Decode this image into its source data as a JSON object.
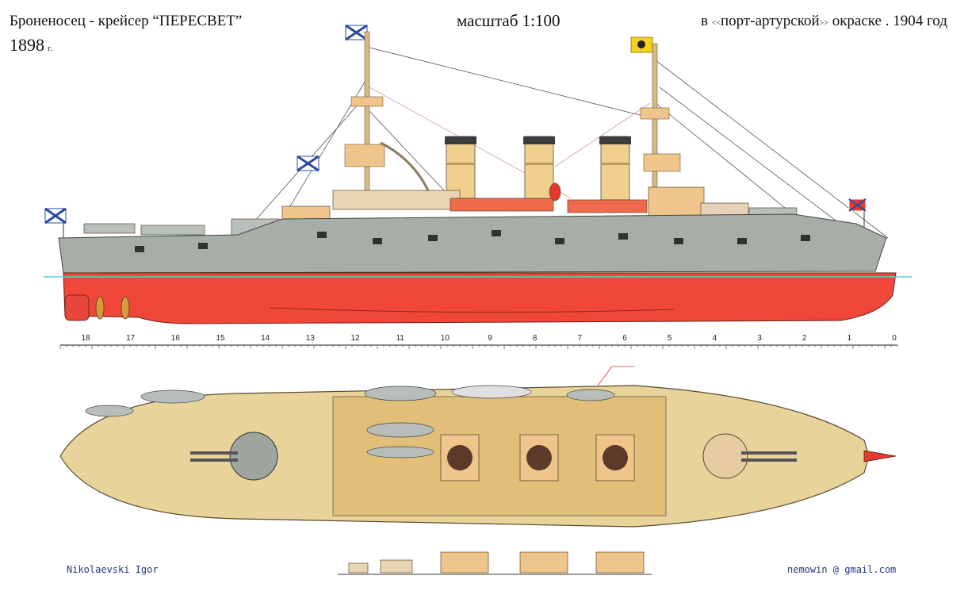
{
  "header": {
    "title": "Броненосец - крейсер “ПЕРЕСВЕТ”",
    "year": "1898",
    "year_suffix": "г.",
    "scale": "масштаб  1:100",
    "livery_prefix": "в",
    "livery_open": "<<",
    "livery_name": "порт-артурской",
    "livery_close": ">>",
    "livery_suffix": "окраске . 1904 год"
  },
  "footer": {
    "author": "Nikolaevski  Igor",
    "email": "nemowin @ gmail.com"
  },
  "frame_scale": {
    "frames": [
      "18",
      "17",
      "16",
      "15",
      "14",
      "13",
      "12",
      "11",
      "10",
      "9",
      "8",
      "7",
      "6",
      "5",
      "4",
      "3",
      "2",
      "1",
      "0"
    ]
  },
  "colors": {
    "hull_red": "#f0473a",
    "topside_grey": "#a7aea8",
    "superstructure_buff": "#efc58b",
    "deck_yellow": "#e8d49a",
    "waterline": "#5ec8d8"
  }
}
